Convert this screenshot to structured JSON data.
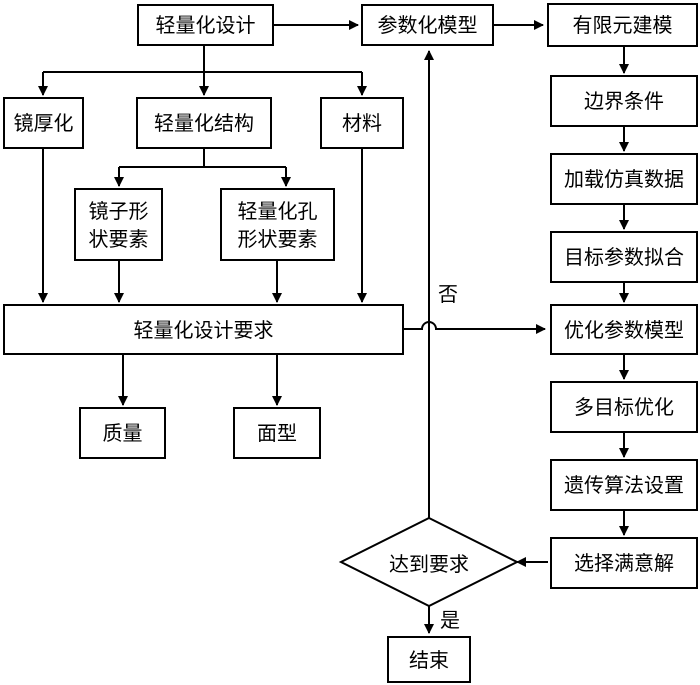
{
  "nodes": {
    "lightweight_design": "轻量化设计",
    "param_model": "参数化模型",
    "fem": "有限元建模",
    "mirror_thickness": "镜厚化",
    "lightweight_structure": "轻量化结构",
    "material": "材料",
    "mirror_shape_line1": "镜子形",
    "mirror_shape_line2": "状要素",
    "hole_shape_line1": "轻量化孔",
    "hole_shape_line2": "形状要素",
    "boundary": "边界条件",
    "load_sim": "加载仿真数据",
    "fit": "目标参数拟合",
    "requirements": "轻量化设计要求",
    "optimized_model": "优化参数模型",
    "multi_objective": "多目标优化",
    "ga_setup": "遗传算法设置",
    "mass": "质量",
    "surface": "面型",
    "select_solution": "选择满意解",
    "meets_requirements": "达到要求",
    "end": "结束"
  },
  "labels": {
    "no": "否",
    "yes": "是"
  }
}
